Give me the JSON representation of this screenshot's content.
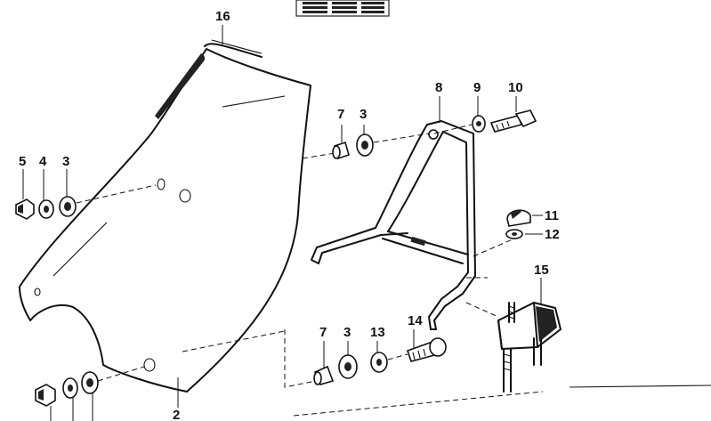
{
  "callouts": {
    "c2": "2",
    "c3a": "3",
    "c3b": "3",
    "c3c": "3",
    "c4": "4",
    "c5": "5",
    "c7a": "7",
    "c7b": "7",
    "c8": "8",
    "c9": "9",
    "c10": "10",
    "c11": "11",
    "c12": "12",
    "c13": "13",
    "c14": "14",
    "c15": "15",
    "c16": "16"
  },
  "colors": {
    "ink": "#111111",
    "background": "#ffffff"
  }
}
